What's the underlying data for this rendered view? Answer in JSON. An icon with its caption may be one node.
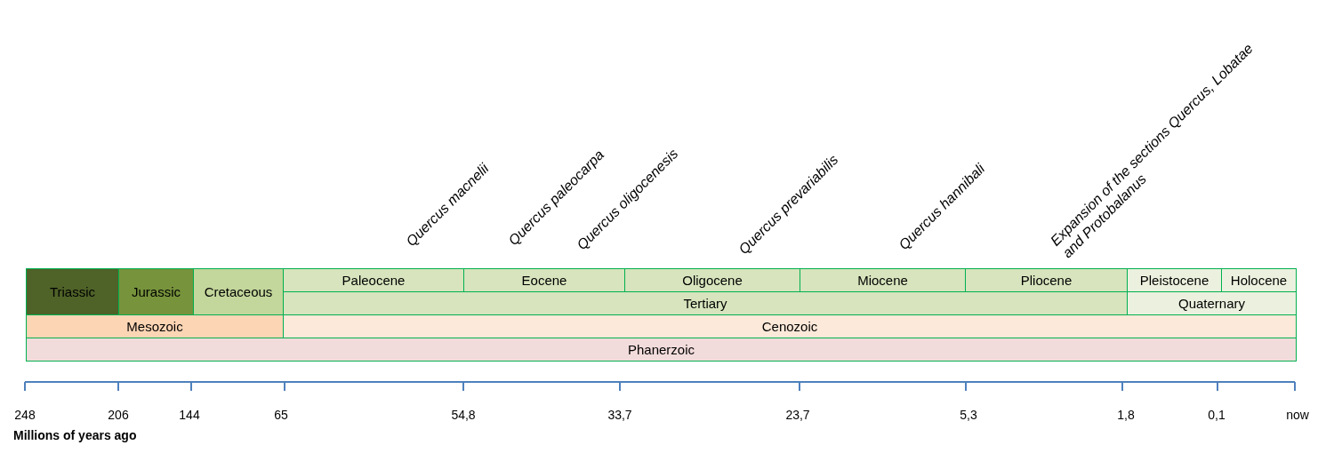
{
  "diagram": {
    "nodes": [
      {
        "text": [
          "Triassic"
        ]
      },
      {
        "text": [
          "Jurassic"
        ]
      },
      {
        "text": [
          "Cretaceous"
        ]
      },
      {
        "text": [
          "Paleocene"
        ]
      },
      {
        "text": [
          "Eocene"
        ]
      },
      {
        "text": [
          "Oligocene"
        ]
      },
      {
        "text": [
          "Miocene"
        ]
      },
      {
        "text": [
          "Pliocene"
        ]
      },
      {
        "text": [
          "Pleistocene"
        ]
      },
      {
        "text": [
          "Holocene"
        ]
      },
      {
        "text": [
          "Tertiary"
        ]
      },
      {
        "text": [
          "Quaternary"
        ]
      },
      {
        "text": [
          "Mesozoic"
        ]
      },
      {
        "text": [
          "Cenozoic"
        ]
      },
      {
        "text": [
          "Phanerzoic"
        ]
      }
    ],
    "labels": [
      "Quercus macnelii",
      "Quercus paleocarpa",
      "Quercus oligocenesis",
      "Quercus prevariabilis",
      "Quercus hannibali",
      "Expansion of the sections Quercus, Lobatae and Protobalanus",
      "248",
      "206",
      "144",
      "65",
      "54,8",
      "33,7",
      "23,7",
      "5,3",
      "1,8",
      "0,1",
      "now",
      "Millions of years ago"
    ]
  }
}
